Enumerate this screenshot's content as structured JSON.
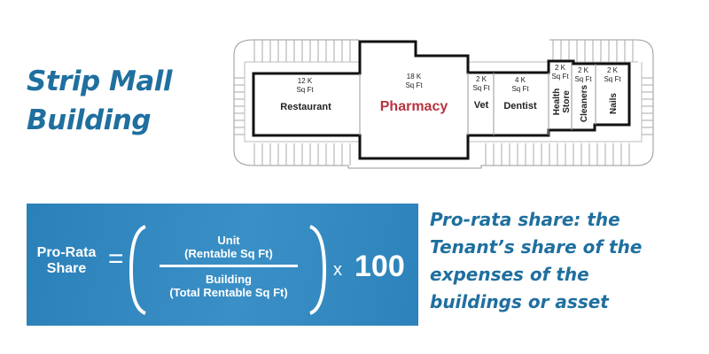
{
  "title": {
    "line1": "Strip Mall",
    "line2": "Building"
  },
  "colors": {
    "accent": "#1f6f9f",
    "formula_bg": "#3089c0",
    "pharmacy": "#b5343f"
  },
  "floor_plan": {
    "units": [
      {
        "name": "Restaurant",
        "size_line1": "12 K",
        "size_line2": "Sq Ft"
      },
      {
        "name": "Pharmacy",
        "size_line1": "18 K",
        "size_line2": "Sq Ft"
      },
      {
        "name": "Vet",
        "size_line1": "2 K",
        "size_line2": "Sq Ft"
      },
      {
        "name": "Dentist",
        "size_line1": "4 K",
        "size_line2": "Sq Ft"
      },
      {
        "name_line1": "Health",
        "name_line2": "Store",
        "size_line1": "2 K",
        "size_line2": "Sq Ft"
      },
      {
        "name": "Cleaners",
        "size_line1": "2 K",
        "size_line2": "Sq Ft"
      },
      {
        "name": "Nails",
        "size_line1": "2 K",
        "size_line2": "Sq Ft"
      }
    ]
  },
  "formula": {
    "lhs_line1": "Pro-Rata",
    "lhs_line2": "Share",
    "equals": "=",
    "numerator_line1": "Unit",
    "numerator_line2": "(Rentable Sq Ft)",
    "denominator_line1": "Building",
    "denominator_line2": "(Total Rentable Sq Ft)",
    "times": "x",
    "multiplier": "100"
  },
  "description": {
    "lines": [
      "Pro-rata share: the",
      "Tenant’s share of the",
      "expenses of the",
      "buildings or asset"
    ]
  }
}
